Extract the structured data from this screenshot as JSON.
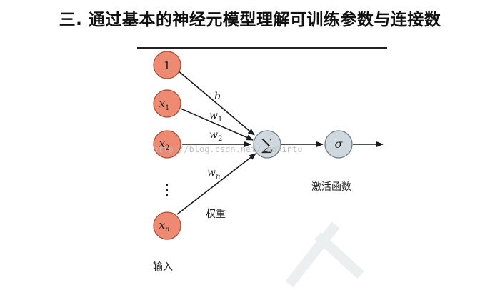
{
  "title": "三. 通过基本的神经元模型理解可训练参数与连接数",
  "diagram": {
    "inputs": [
      {
        "main": "1",
        "sub": ""
      },
      {
        "main": "x",
        "sub": "1"
      },
      {
        "main": "x",
        "sub": "2"
      },
      {
        "main": "x",
        "sub": "n"
      }
    ],
    "ellipsis": "⋮",
    "edge_labels": [
      {
        "main": "b",
        "sub": ""
      },
      {
        "main": "w",
        "sub": "1"
      },
      {
        "main": "w",
        "sub": "2"
      },
      {
        "main": "w",
        "sub": "n"
      }
    ],
    "sum_symbol": "∑",
    "activation_symbol": "σ",
    "label_weights": "权重",
    "label_activation": "激活函数",
    "label_input": "输入",
    "watermark": "http://blog.csdn.net/TaoXintu"
  },
  "colors": {
    "input_fill": "#ee8a72",
    "input_stroke": "#a5513b",
    "node_fill": "#cfd8de",
    "node_stroke": "#6d7e88",
    "line": "#1a1a1a"
  }
}
